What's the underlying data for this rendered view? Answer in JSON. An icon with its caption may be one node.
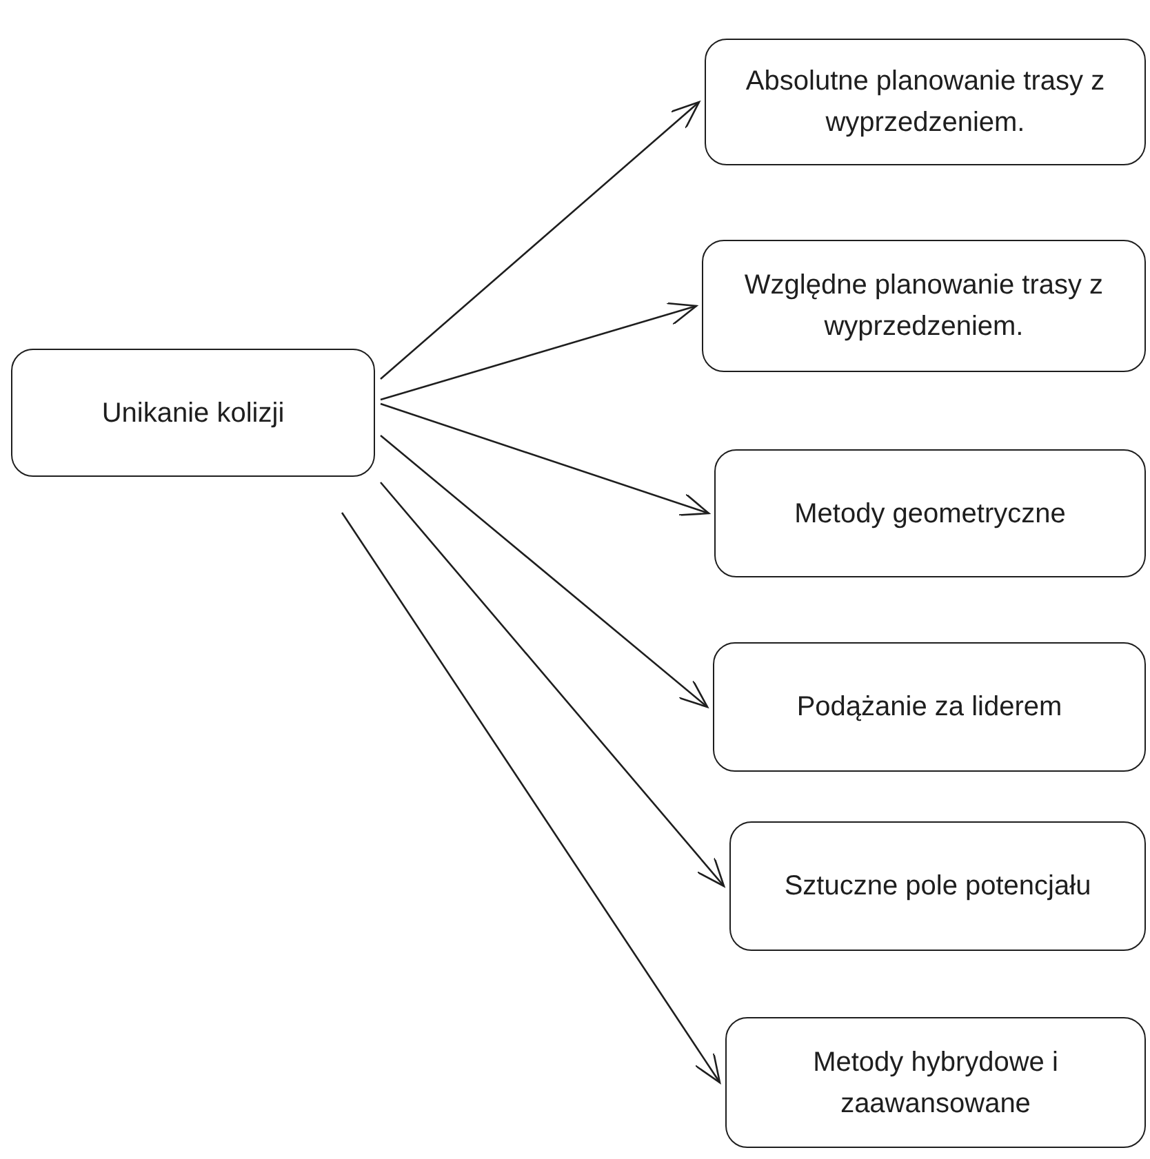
{
  "diagram": {
    "nodes": [
      {
        "text": [
          "Unikanie kolizji"
        ]
      },
      {
        "text": [
          "Absolutne planowanie trasy z wyprzedzeniem."
        ]
      },
      {
        "text": [
          "Względne planowanie trasy z wyprzedzeniem."
        ]
      },
      {
        "text": [
          "Metody geometryczne"
        ]
      },
      {
        "text": [
          "Podążanie za liderem"
        ]
      },
      {
        "text": [
          "Sztuczne pole potencjału"
        ]
      },
      {
        "text": [
          "Metody hybrydowe i zaawansowane"
        ]
      }
    ],
    "edges": [
      {
        "from": 0,
        "to": 1,
        "arrow": "to"
      },
      {
        "from": 0,
        "to": 2,
        "arrow": "to"
      },
      {
        "from": 0,
        "to": 3,
        "arrow": "to"
      },
      {
        "from": 0,
        "to": 4,
        "arrow": "to"
      },
      {
        "from": 0,
        "to": 5,
        "arrow": "to"
      },
      {
        "from": 0,
        "to": 6,
        "arrow": "to"
      }
    ]
  }
}
